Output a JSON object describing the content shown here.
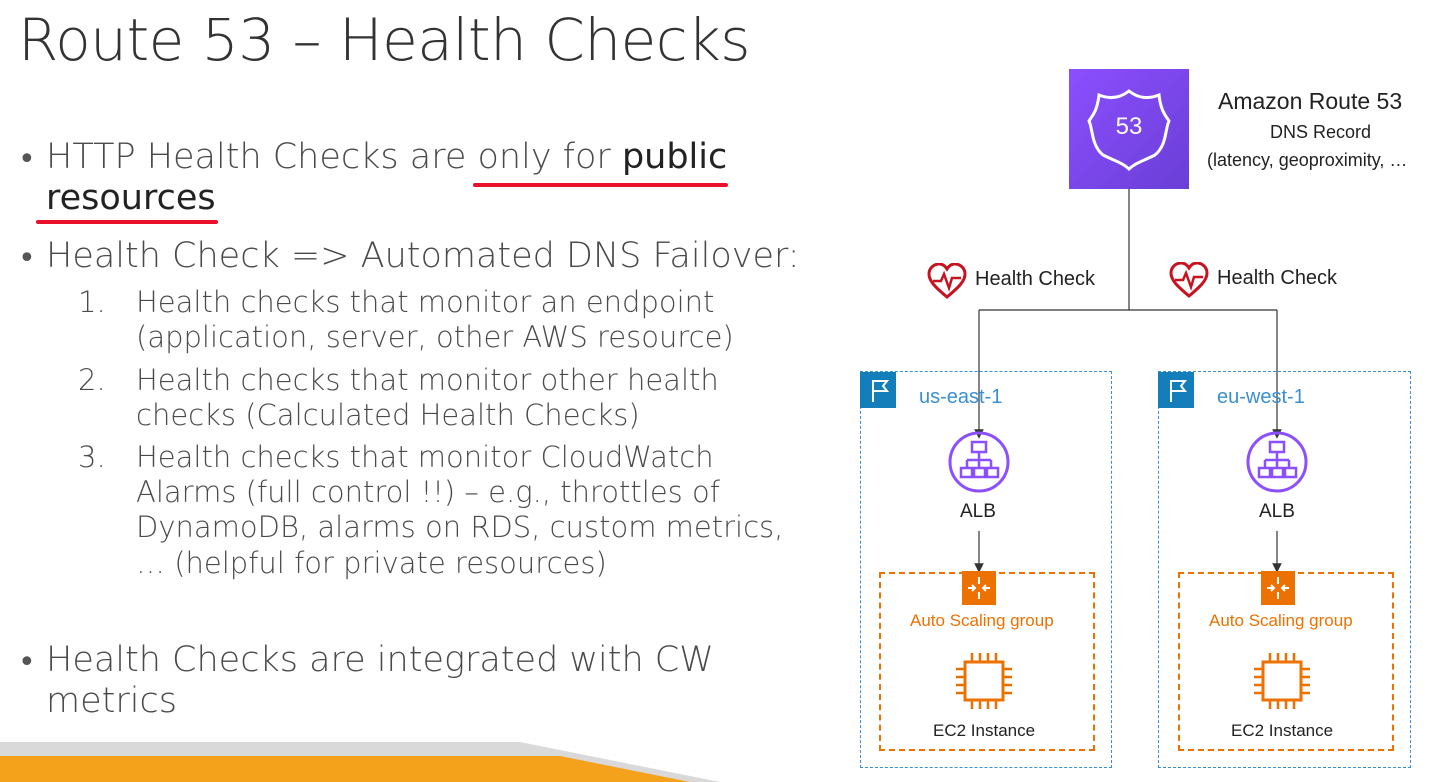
{
  "slide": {
    "title": "Route 53 – Health Checks"
  },
  "bullets": {
    "b1_line1_a": "HTTP Health Checks are ",
    "b1_line1_b": "only for ",
    "b1_line1_c": "public",
    "b1_line2": "resources",
    "b2": "Health Check => Automated DNS Failover:",
    "items": [
      {
        "num": "1.",
        "line1": "Health checks that monitor an endpoint",
        "line2": "(application, server, other AWS resource)"
      },
      {
        "num": "2.",
        "line1": "Health checks that monitor other health",
        "line2": "checks (Calculated Health Checks)"
      },
      {
        "num": "3.",
        "line1": "Health checks that monitor CloudWatch",
        "line2": "Alarms (full control !!) – e.g., throttles of",
        "line3": "DynamoDB, alarms on RDS, custom metrics,",
        "line4": "… (helpful for private resources)"
      }
    ],
    "b3_line1": "Health Checks are integrated with CW",
    "b3_line2": "metrics"
  },
  "diagram": {
    "route53": {
      "badge": "53",
      "name": "Amazon Route 53",
      "sub1": "DNS Record",
      "sub2": "(latency, geoproximity, …"
    },
    "health_check_label": "Health Check",
    "regions": [
      {
        "name": "us-east-1",
        "alb": "ALB",
        "asg": "Auto Scaling group",
        "ec2": "EC2 Instance"
      },
      {
        "name": "eu-west-1",
        "alb": "ALB",
        "asg": "Auto Scaling group",
        "ec2": "EC2 Instance"
      }
    ]
  },
  "colors": {
    "route53": "#8c4fff",
    "region_border": "#3b8fd0",
    "region_flag": "#147eba",
    "alb": "#8c4fff",
    "asg": "#ed7100",
    "health_check": "#c7131f",
    "underline": "#e8102a"
  }
}
